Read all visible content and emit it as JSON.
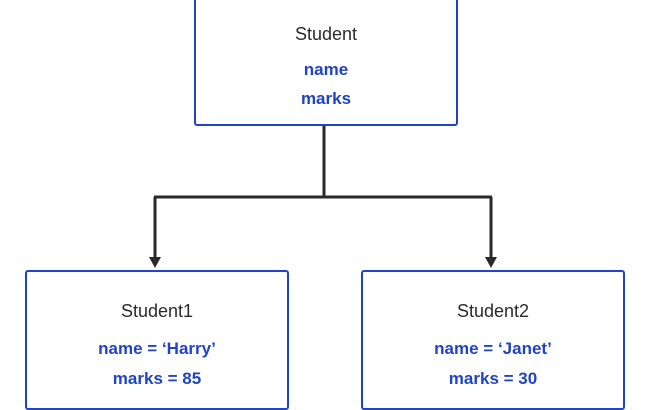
{
  "parent": {
    "title": "Student",
    "attributes": [
      "name",
      "marks"
    ]
  },
  "children": [
    {
      "title": "Student1",
      "attributes": [
        "name = ‘Harry’",
        "marks = 85"
      ]
    },
    {
      "title": "Student2",
      "attributes": [
        "name = ‘Janet’",
        "marks = 30"
      ]
    }
  ],
  "colors": {
    "box_border": "#1f43c9",
    "attribute_text": "#1f43c9",
    "title_text": "#2a2a2a",
    "connector": "#2a2a2a"
  }
}
